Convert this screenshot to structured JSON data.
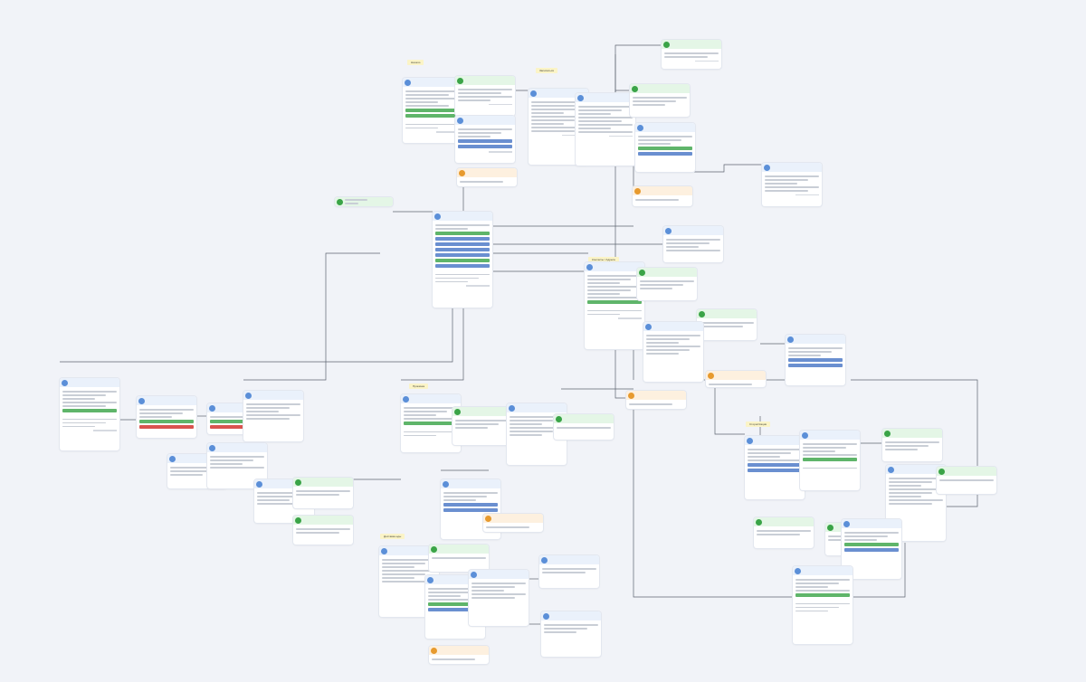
{
  "theme": {
    "background": "#f1f3f8",
    "edge_color": "#5d6470",
    "node_header_blue": "#eaf1fb",
    "node_header_green": "#e4f6e6",
    "node_header_orange": "#fdf0df",
    "button_green": "#5fb56a",
    "button_blue": "#6a8fd0",
    "button_red": "#d9534f"
  },
  "groups": [
    {
      "id": "g1",
      "label": "Начало"
    },
    {
      "id": "g2",
      "label": "Записаться"
    },
    {
      "id": "g3",
      "label": "Контакты / Адреса"
    },
    {
      "id": "g4",
      "label": "Прокачка"
    },
    {
      "id": "g5",
      "label": "Доставка еды"
    },
    {
      "id": "g6",
      "label": "Сторис/Акции"
    }
  ],
  "nodes": [
    {
      "id": "n_start",
      "kind": "green"
    },
    {
      "id": "n1",
      "kind": "blue"
    },
    {
      "id": "n2",
      "kind": "green"
    },
    {
      "id": "n3",
      "kind": "blue"
    },
    {
      "id": "n4",
      "kind": "orange"
    },
    {
      "id": "n5",
      "kind": "blue"
    },
    {
      "id": "n6",
      "kind": "blue"
    },
    {
      "id": "n7",
      "kind": "green"
    },
    {
      "id": "n8",
      "kind": "green"
    },
    {
      "id": "n9",
      "kind": "blue"
    },
    {
      "id": "n10",
      "kind": "orange"
    },
    {
      "id": "n11",
      "kind": "blue"
    },
    {
      "id": "n12",
      "kind": "blue"
    },
    {
      "id": "n13",
      "kind": "blue"
    },
    {
      "id": "n14",
      "kind": "green"
    },
    {
      "id": "n15",
      "kind": "green"
    },
    {
      "id": "n16",
      "kind": "blue"
    },
    {
      "id": "n17",
      "kind": "orange"
    },
    {
      "id": "n18",
      "kind": "blue"
    },
    {
      "id": "n19",
      "kind": "blue"
    },
    {
      "id": "n20",
      "kind": "blue"
    },
    {
      "id": "n21",
      "kind": "blue"
    },
    {
      "id": "n22",
      "kind": "blue"
    },
    {
      "id": "n23",
      "kind": "green"
    },
    {
      "id": "n24",
      "kind": "blue"
    },
    {
      "id": "n25",
      "kind": "green"
    },
    {
      "id": "n26",
      "kind": "blue"
    },
    {
      "id": "n27",
      "kind": "blue"
    },
    {
      "id": "n28",
      "kind": "green"
    },
    {
      "id": "n29",
      "kind": "blue"
    },
    {
      "id": "n30",
      "kind": "green"
    },
    {
      "id": "n31",
      "kind": "blue"
    },
    {
      "id": "n32",
      "kind": "blue"
    },
    {
      "id": "n33",
      "kind": "blue"
    },
    {
      "id": "n34",
      "kind": "orange"
    },
    {
      "id": "n35",
      "kind": "green"
    },
    {
      "id": "n36",
      "kind": "green"
    },
    {
      "id": "n37",
      "kind": "blue"
    },
    {
      "id": "n38",
      "kind": "blue"
    },
    {
      "id": "n39",
      "kind": "blue"
    },
    {
      "id": "n40",
      "kind": "blue"
    },
    {
      "id": "n41",
      "kind": "orange"
    },
    {
      "id": "n42",
      "kind": "blue"
    },
    {
      "id": "n43",
      "kind": "blue"
    },
    {
      "id": "n44",
      "kind": "green"
    },
    {
      "id": "n45",
      "kind": "blue"
    },
    {
      "id": "n46",
      "kind": "blue"
    },
    {
      "id": "n47",
      "kind": "blue"
    },
    {
      "id": "n48",
      "kind": "green"
    },
    {
      "id": "n49",
      "kind": "blue"
    },
    {
      "id": "n50",
      "kind": "blue"
    },
    {
      "id": "n51",
      "kind": "green"
    },
    {
      "id": "n52",
      "kind": "blue"
    },
    {
      "id": "n53",
      "kind": "blue"
    }
  ]
}
